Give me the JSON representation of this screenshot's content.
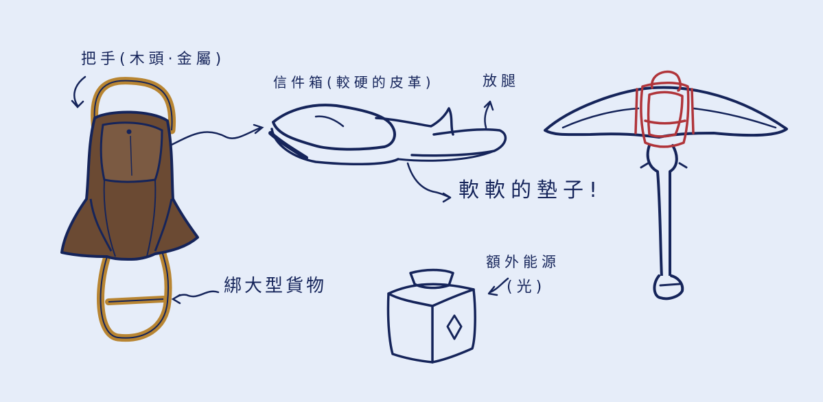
{
  "labels": {
    "handle": "把手(木頭·金屬)",
    "mailbox": "信件箱(較硬的皮革)",
    "legs": "放腿",
    "cushion": "軟軟的墊子!",
    "tie_cargo": "綁大型貨物",
    "extra_energy": "額外能源",
    "light": "(光)"
  },
  "colors": {
    "background": "#e6edf9",
    "ink": "#15245a",
    "leather": "#6b4a33",
    "handle_wood": "#b88532",
    "backpack_red": "#b0343a"
  },
  "icons": {
    "diamond": "diamond-icon"
  }
}
